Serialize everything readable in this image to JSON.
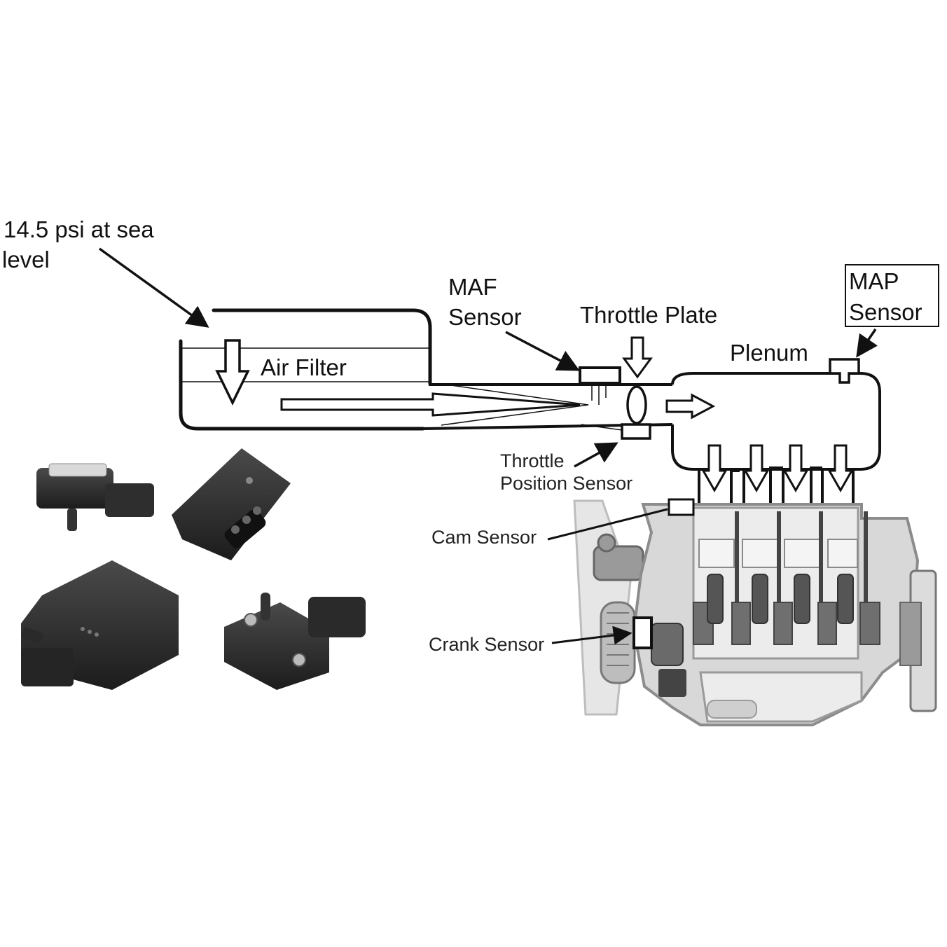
{
  "labels": {
    "pressure_line1": "14.5 psi at sea",
    "pressure_line2": "level",
    "air_filter": "Air Filter",
    "maf_line1": "MAF",
    "maf_line2": "Sensor",
    "throttle_plate": "Throttle Plate",
    "plenum": "Plenum",
    "map_line1": "MAP",
    "map_line2": "Sensor",
    "tps_line1": "Throttle",
    "tps_line2": "Position Sensor",
    "cam_sensor": "Cam Sensor",
    "crank_sensor": "Crank Sensor"
  },
  "colors": {
    "ink": "#111111",
    "engine_light": "#c9c9c9",
    "engine_mid": "#9a9a9a",
    "engine_dark": "#555555",
    "sensor_body": "#2b2b2b"
  },
  "icons": [
    "down-arrow-icon",
    "right-arrow-icon",
    "map-sensor-product-icon"
  ]
}
